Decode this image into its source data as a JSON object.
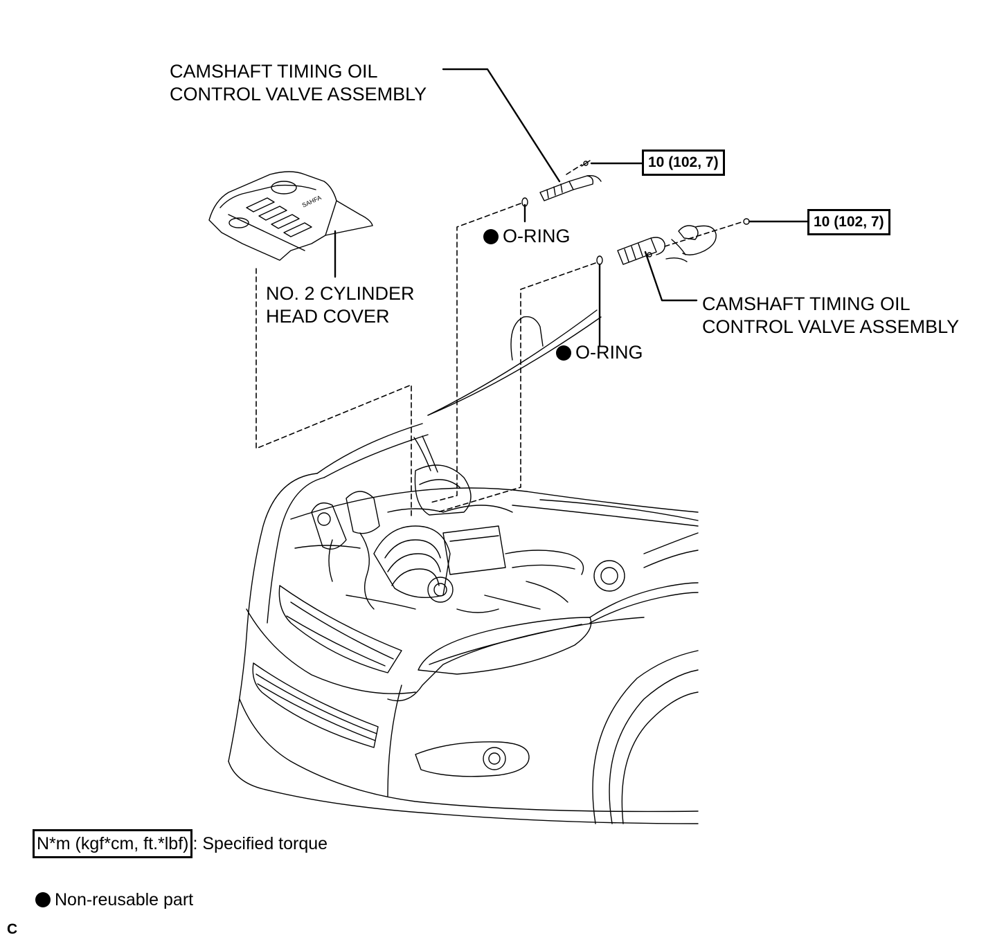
{
  "labels": {
    "valve_upper_line1": "CAMSHAFT TIMING OIL",
    "valve_upper_line2": "CONTROL VALVE ASSEMBLY",
    "valve_lower_line1": "CAMSHAFT TIMING OIL",
    "valve_lower_line2": "CONTROL VALVE ASSEMBLY",
    "cover_line1": "NO. 2 CYLINDER",
    "cover_line2": "HEAD COVER",
    "oring_upper": "O-RING",
    "oring_lower": "O-RING",
    "torque_upper": "10 (102, 7)",
    "torque_lower": "10 (102, 7)"
  },
  "legend": {
    "torque_unit": "N*m (kgf*cm, ft.*lbf)",
    "torque_text": ": Specified torque",
    "nonreusable_text": "Non-reusable part"
  },
  "corner_mark": "C",
  "colors": {
    "ink": "#000000",
    "paper": "#ffffff"
  }
}
